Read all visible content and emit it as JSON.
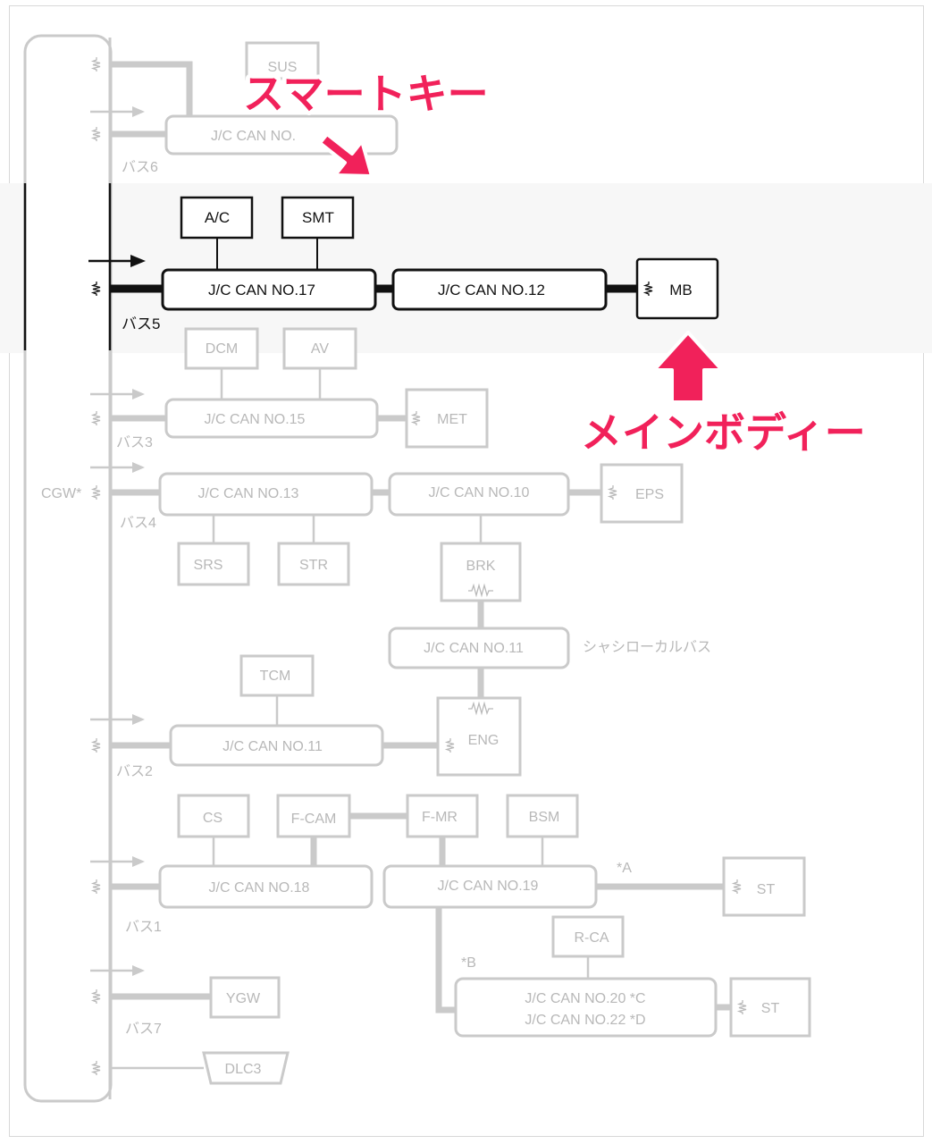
{
  "top_caption": "",
  "colors": {
    "dim": "#c9c9c9",
    "dim_text": "#b8b8b8",
    "active": "#111111",
    "callout": "#f1215a"
  },
  "buses": {
    "bus6": "バス6",
    "bus5": "バス5",
    "bus3": "バス3",
    "bus4": "バス4",
    "bus2": "バス2",
    "bus1": "バス1",
    "bus7": "バス7"
  },
  "gateway": {
    "cgw": "CGW*"
  },
  "junctions": {
    "jc_sus_row": "J/C CAN NO.",
    "jc17": "J/C CAN NO.17",
    "jc12": "J/C CAN NO.12",
    "jc15": "J/C CAN NO.15",
    "jc13": "J/C CAN NO.13",
    "jc10": "J/C CAN NO.10",
    "jc11_chassis": "J/C CAN NO.11",
    "jc11_bus2": "J/C CAN NO.11",
    "jc18": "J/C CAN NO.18",
    "jc19": "J/C CAN NO.19",
    "jc20": "J/C CAN NO.20 *C",
    "jc22": "J/C CAN NO.22 *D"
  },
  "ecus": {
    "sus": "SUS",
    "ac": "A/C",
    "smt": "SMT",
    "mb": "MB",
    "dcm": "DCM",
    "av": "AV",
    "met": "MET",
    "eps": "EPS",
    "srs": "SRS",
    "str": "STR",
    "brk": "BRK",
    "tcm": "TCM",
    "eng": "ENG",
    "cs": "CS",
    "fcam": "F-CAM",
    "fmr": "F-MR",
    "bsm": "BSM",
    "st1": "ST",
    "rca": "R-CA",
    "st2": "ST",
    "ygw": "YGW",
    "dlc3": "DLC3"
  },
  "notes": {
    "chassis_bus": "シャシローカルバス",
    "star_a": "*A",
    "star_b": "*B"
  },
  "callouts": {
    "smart_key": "スマートキー",
    "main_body": "メインボディー"
  }
}
